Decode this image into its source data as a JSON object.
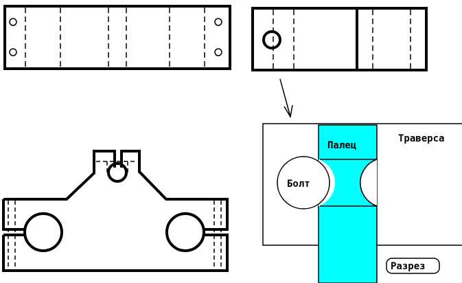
{
  "labels": {
    "finger": "Палец",
    "traverse": "Траверса",
    "bolt": "Болт",
    "section": "Разрез"
  },
  "colors": {
    "stroke": "#000000",
    "background": "#ffffff",
    "finger_fill": "#00ffff"
  }
}
